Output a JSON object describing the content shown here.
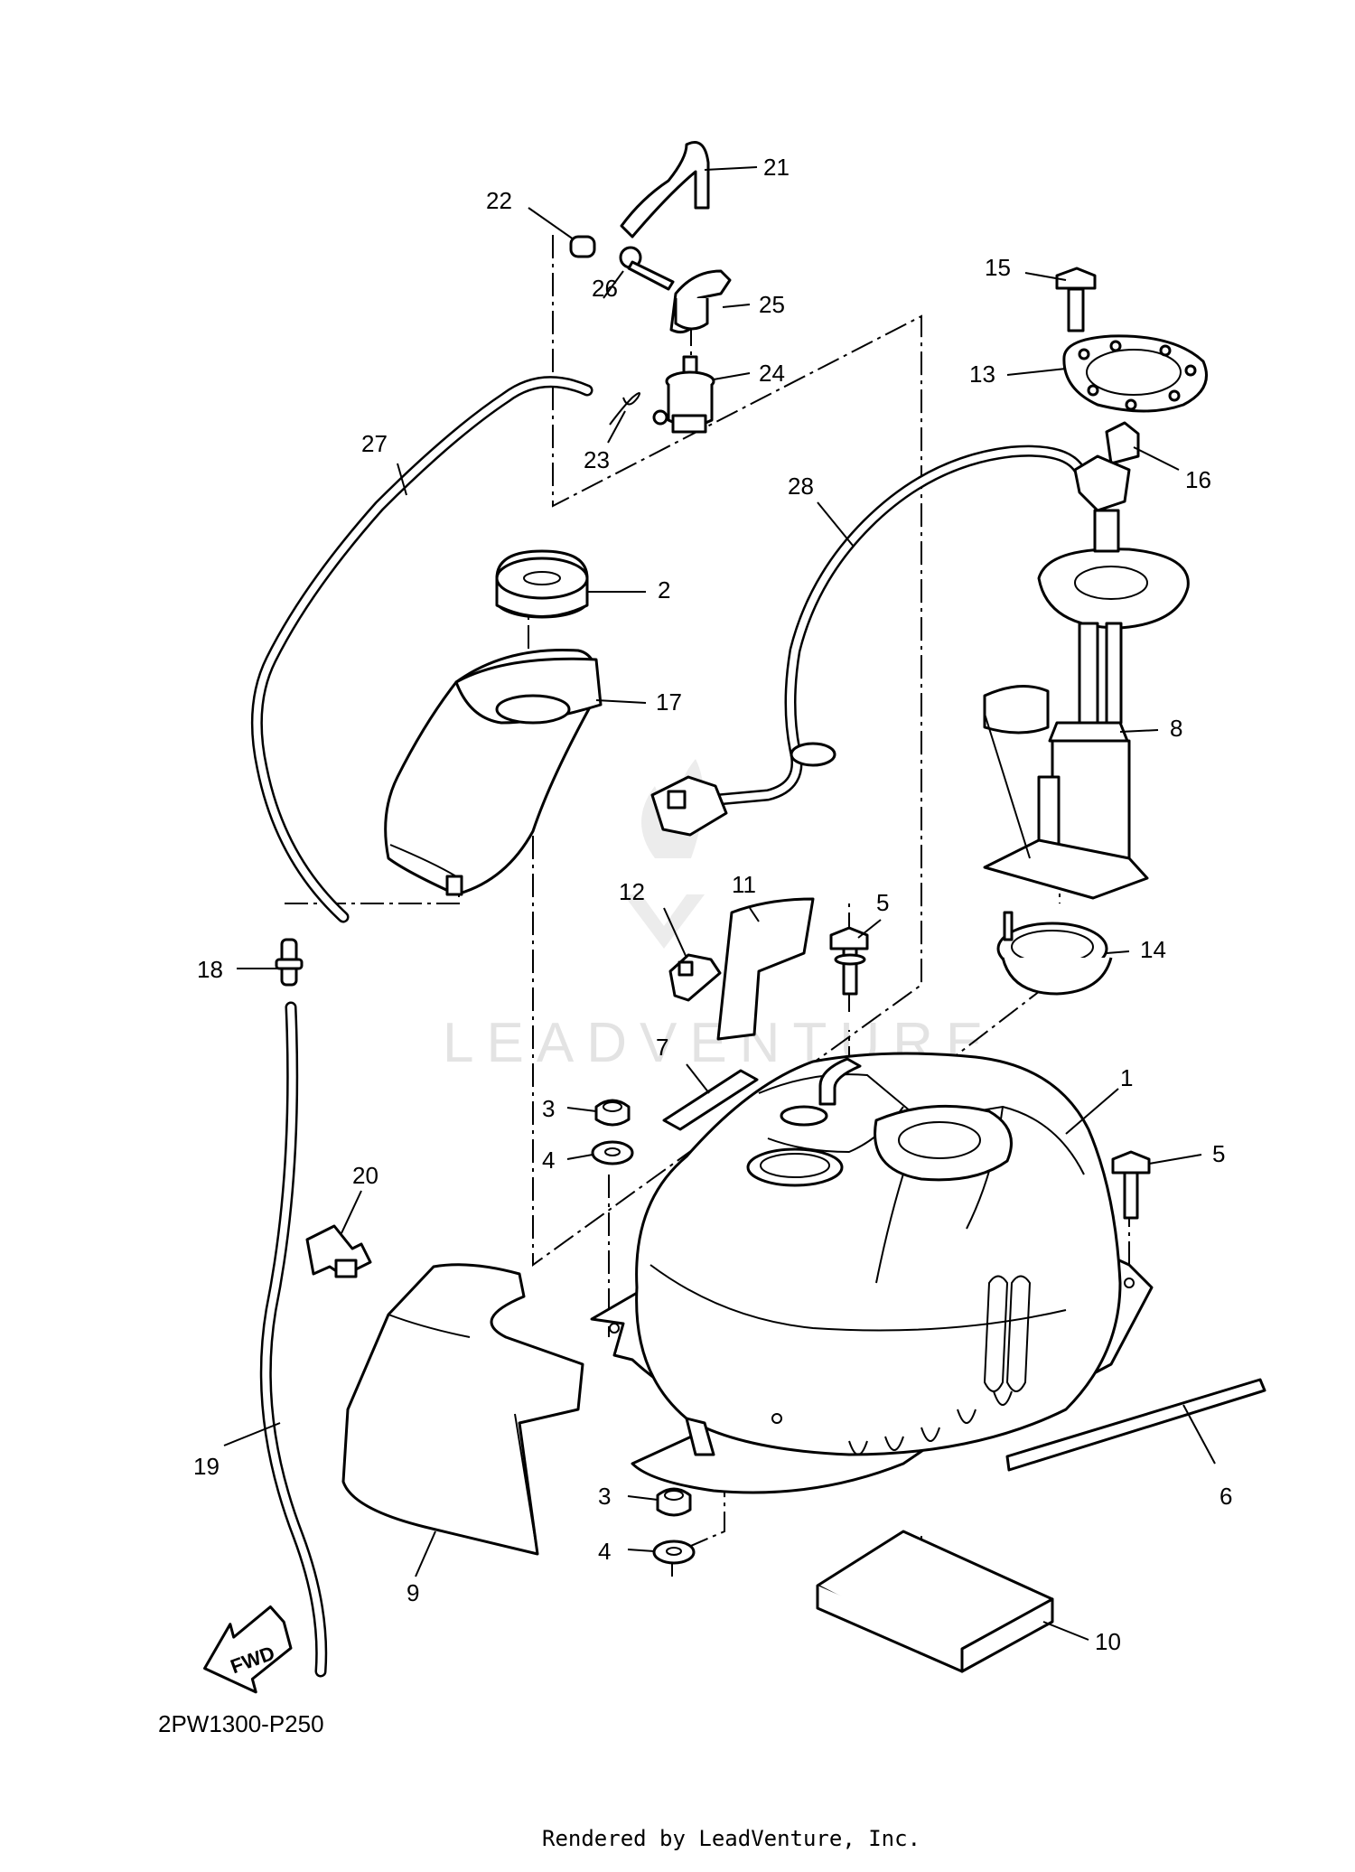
{
  "diagram": {
    "code": "2PW1300-P250",
    "credit": "Rendered by LeadVenture, Inc.",
    "watermark": "LEADVENTURE",
    "fwd_label": "FWD",
    "callouts": {
      "c1": "1",
      "c2": "2",
      "c3a": "3",
      "c3b": "3",
      "c4a": "4",
      "c4b": "4",
      "c5a": "5",
      "c5b": "5",
      "c6": "6",
      "c7": "7",
      "c8": "8",
      "c9": "9",
      "c10": "10",
      "c11": "11",
      "c12": "12",
      "c13": "13",
      "c14": "14",
      "c15": "15",
      "c16": "16",
      "c17": "17",
      "c18": "18",
      "c19": "19",
      "c20": "20",
      "c21": "21",
      "c22": "22",
      "c23": "23",
      "c24": "24",
      "c25": "25",
      "c26": "26",
      "c27": "27",
      "c28": "28"
    }
  }
}
